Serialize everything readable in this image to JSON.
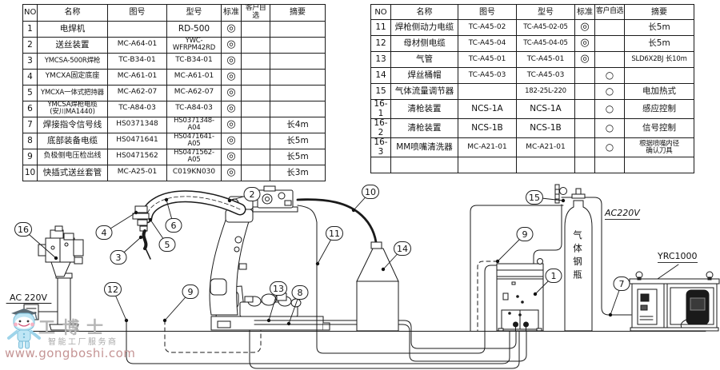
{
  "left_table": {
    "headers": [
      "NO",
      "名称",
      "图号",
      "型号",
      "标准",
      "客户自选",
      "摘要"
    ],
    "rows": [
      [
        "1",
        "电焊机",
        "",
        "RD-500",
        "◎",
        "",
        ""
      ],
      [
        "2",
        "送丝装置",
        "MC-A64-01",
        "YWC-WFRPM42RD",
        "◎",
        "",
        ""
      ],
      [
        "3",
        "YMCSA-500R焊枪",
        "TC-B34-01",
        "TC-B34-01",
        "◎",
        "",
        ""
      ],
      [
        "4",
        "YMCXA固定底座",
        "MC-A61-01",
        "MC-A61-01",
        "◎",
        "",
        ""
      ],
      [
        "5",
        "YMCXA一体式把持器",
        "MC-A62-07",
        "MC-A62-07",
        "◎",
        "",
        ""
      ],
      [
        "6",
        "YMCSA焊枪电缆\n(安川MA1440)",
        "TC-A84-03",
        "TC-A84-03",
        "◎",
        "",
        ""
      ],
      [
        "7",
        "焊接指令信号线",
        "HS0371348",
        "HS0371348-A04",
        "◎",
        "",
        "长4m"
      ],
      [
        "8",
        "底部装备电缆",
        "HS0471641",
        "HS0471641-A05",
        "◎",
        "",
        "长5m"
      ],
      [
        "9",
        "负极侧电压检出线",
        "HS0471562",
        "HS0471562-A05",
        "◎",
        "",
        "长5m"
      ],
      [
        "10",
        "快插式送丝套管",
        "MC-A25-01",
        "C019KN030",
        "◎",
        "",
        "长3m"
      ]
    ]
  },
  "right_table": {
    "headers": [
      "NO",
      "名称",
      "图号",
      "型号",
      "标准",
      "客户自选",
      "摘要"
    ],
    "rows": [
      [
        "11",
        "焊枪侧动力电缆",
        "TC-A45-02",
        "TC-A45-02-05",
        "◎",
        "",
        "长5m"
      ],
      [
        "12",
        "母材侧电缆",
        "TC-A45-04",
        "TC-A45-04-05",
        "◎",
        "",
        "长5m"
      ],
      [
        "13",
        "气管",
        "TC-A45-01",
        "TC-A45-01",
        "◎",
        "",
        "SLD6X2BJ 长10m"
      ],
      [
        "14",
        "焊丝桶帽",
        "TC-A45-03",
        "TC-A45-03",
        "",
        "○",
        ""
      ],
      [
        "15",
        "气体流量调节器",
        "",
        "182-25L-220",
        "",
        "○",
        "电加热式"
      ],
      [
        "16-1",
        "清枪装置",
        "NCS-1A",
        "NCS-1A",
        "",
        "○",
        "感应控制"
      ],
      [
        "16-2",
        "清枪装置",
        "NCS-1B",
        "NCS-1B",
        "",
        "○",
        "信号控制"
      ],
      [
        "16-3",
        "MM喷嘴清洗器",
        "MC-A21-01",
        "MC-A21-01",
        "",
        "○",
        "根据喷嘴内径\n确认刀具"
      ],
      [
        "",
        "",
        "",
        "",
        "",
        "",
        ""
      ]
    ]
  },
  "diagram": {
    "labels": {
      "ac_left": "AC 220V",
      "ac_right": "AC220V",
      "gas_cylinder": "气体钢瓶",
      "controller": "YRC1000"
    },
    "callouts": {
      "c1": "1",
      "c2": "2",
      "c3": "3",
      "c4": "4",
      "c5": "5",
      "c6": "6",
      "c7": "7",
      "c8": "8",
      "c9a": "9",
      "c9b": "9",
      "c10": "10",
      "c11": "11",
      "c12": "12",
      "c13": "13",
      "c14": "14",
      "c15": "15",
      "c16": "16"
    }
  },
  "watermark": {
    "brand": "工博士",
    "tagline": "智能工厂服务商",
    "url": "www.gongboshi.com"
  }
}
